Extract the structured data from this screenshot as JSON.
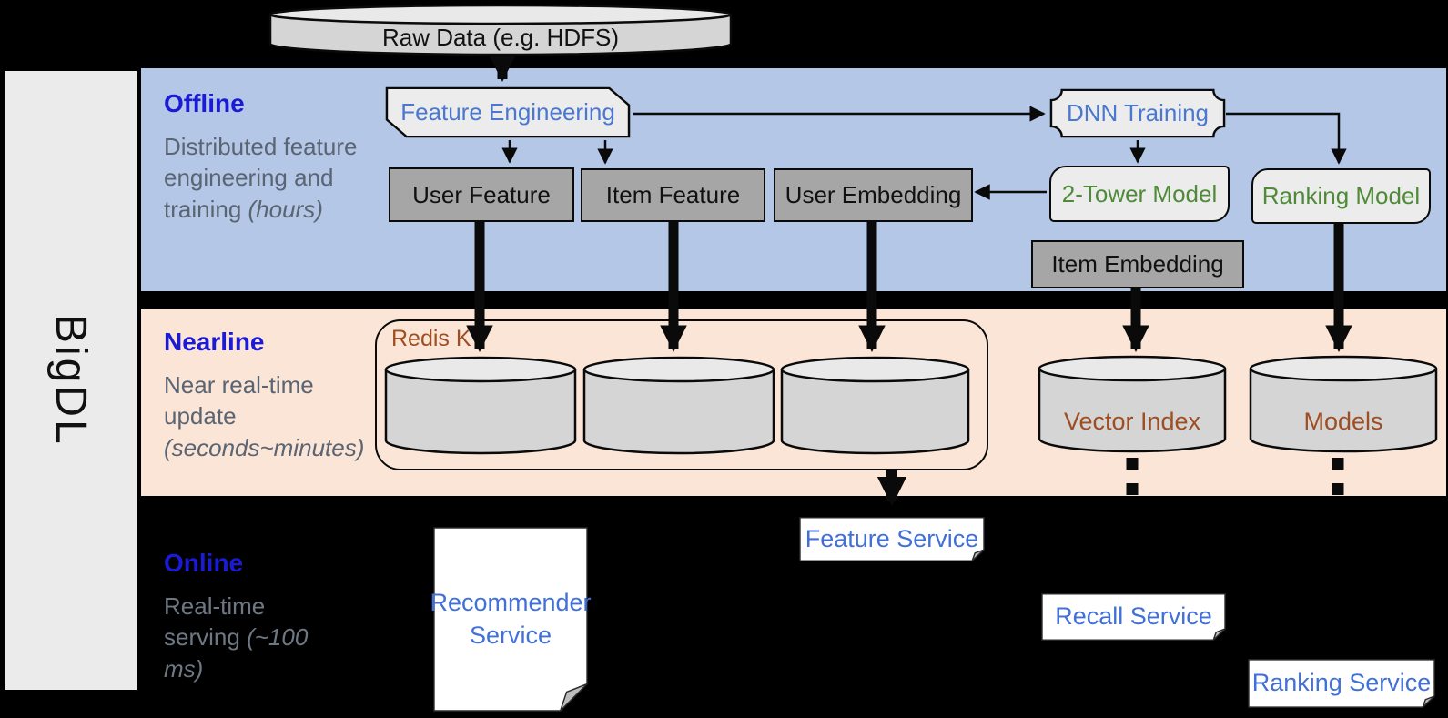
{
  "colors": {
    "accent_blue_title": "#1b1bd6",
    "label_gray": "#5a6472",
    "online_label_gray": "#6e7884",
    "node_blue": "#4a77cf",
    "node_green": "#4f8a38",
    "node_brown": "#9d4e22",
    "service_blue": "#4170d8",
    "band_blue": "#b4c7e7",
    "band_peach": "#fbe5d6",
    "box_gray": "#a6a6a6",
    "shape_light": "#ececec",
    "cyl_body": "#d5d5d5",
    "cyl_top": "#e9e9e9",
    "doc_white": "#ffffff",
    "bar_gray": "#ebebeb"
  },
  "brand": {
    "name": "BigDL"
  },
  "raw_data": {
    "label": "Raw Data (e.g. HDFS)"
  },
  "sections": {
    "offline": {
      "title": "Offline",
      "subtitle": "Distributed feature engineering and training",
      "subtitle_note": "(hours)"
    },
    "nearline": {
      "title": "Nearline",
      "subtitle": "Near real-time update",
      "subtitle_note": "(seconds~minutes)"
    },
    "online": {
      "title": "Online",
      "subtitle": "Real-time serving",
      "subtitle_note": "(~100 ms)"
    }
  },
  "offline_nodes": {
    "feature_engineering": "Feature Engineering",
    "user_feature": "User Feature",
    "item_feature": "Item Feature",
    "user_embedding": "User Embedding",
    "dnn_training": "DNN Training",
    "two_tower_model": "2-Tower Model",
    "ranking_model": "Ranking Model",
    "item_embedding": "Item Embedding"
  },
  "nearline_nodes": {
    "redis_kv": "Redis KV",
    "vector_index": "Vector Index",
    "models": "Models"
  },
  "online_nodes": {
    "recommender_service": "Recommender Service",
    "feature_service": "Feature Service",
    "recall_service": "Recall Service",
    "ranking_service": "Ranking Service"
  }
}
